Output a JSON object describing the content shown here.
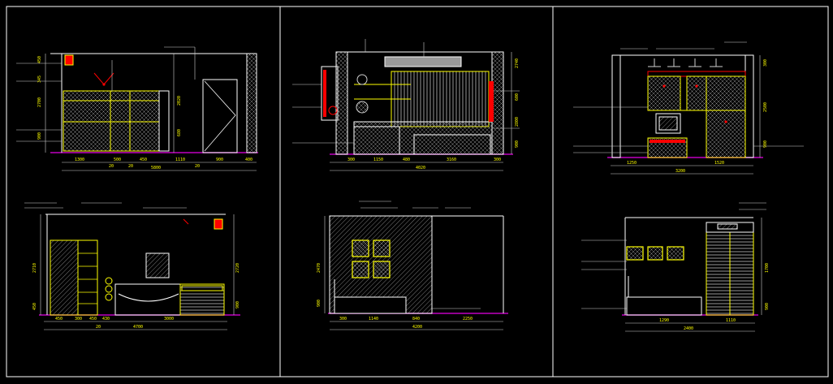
{
  "drawing": {
    "background": "#000000",
    "colors": {
      "frame": "#ffffff",
      "wall": "#ffffff",
      "yellow": "#ffff00",
      "green": "#00ff00",
      "red": "#ff0000",
      "magenta": "#c000c0",
      "dim": "#cfcfcf",
      "hatch": "#9a9a9a"
    }
  },
  "panels": [
    {
      "id": "p1",
      "bottom_dims": [
        "1300",
        "500",
        "450",
        "1110",
        "900",
        "400"
      ],
      "total_dim": "5800",
      "sub_dims": [
        "20",
        "20",
        "20"
      ],
      "left_dims": [
        "450",
        "345",
        "2700",
        "900"
      ],
      "right_dims": [
        "2020",
        "680"
      ]
    },
    {
      "id": "p2",
      "bottom_dims": [
        "300",
        "1150",
        "480",
        "3160",
        "300"
      ],
      "total_dim": "4020",
      "left_dims": [],
      "right_dims": [
        "2740",
        "600",
        "2800",
        "900"
      ]
    },
    {
      "id": "p3",
      "bottom_dims": [
        "1250",
        "1520"
      ],
      "total_dim": "3200",
      "left_dims": [],
      "right_dims": [
        "300",
        "2500",
        "900"
      ]
    },
    {
      "id": "p4",
      "bottom_dims": [
        "450",
        "300",
        "450",
        "430",
        "3000"
      ],
      "total_dim": "4700",
      "sub_dims": [
        "20"
      ],
      "left_dims": [
        "2710",
        "450"
      ],
      "right_dims": [
        "2720",
        "900"
      ]
    },
    {
      "id": "p5",
      "bottom_dims": [
        "300",
        "1140",
        "840",
        "2250"
      ],
      "total_dim": "4200",
      "left_dims": [
        "2470",
        "900"
      ],
      "right_dims": []
    },
    {
      "id": "p6",
      "bottom_dims": [
        "1290",
        "1110"
      ],
      "total_dim": "2400",
      "left_dims": [],
      "right_dims": [
        "1700",
        "900"
      ]
    }
  ]
}
